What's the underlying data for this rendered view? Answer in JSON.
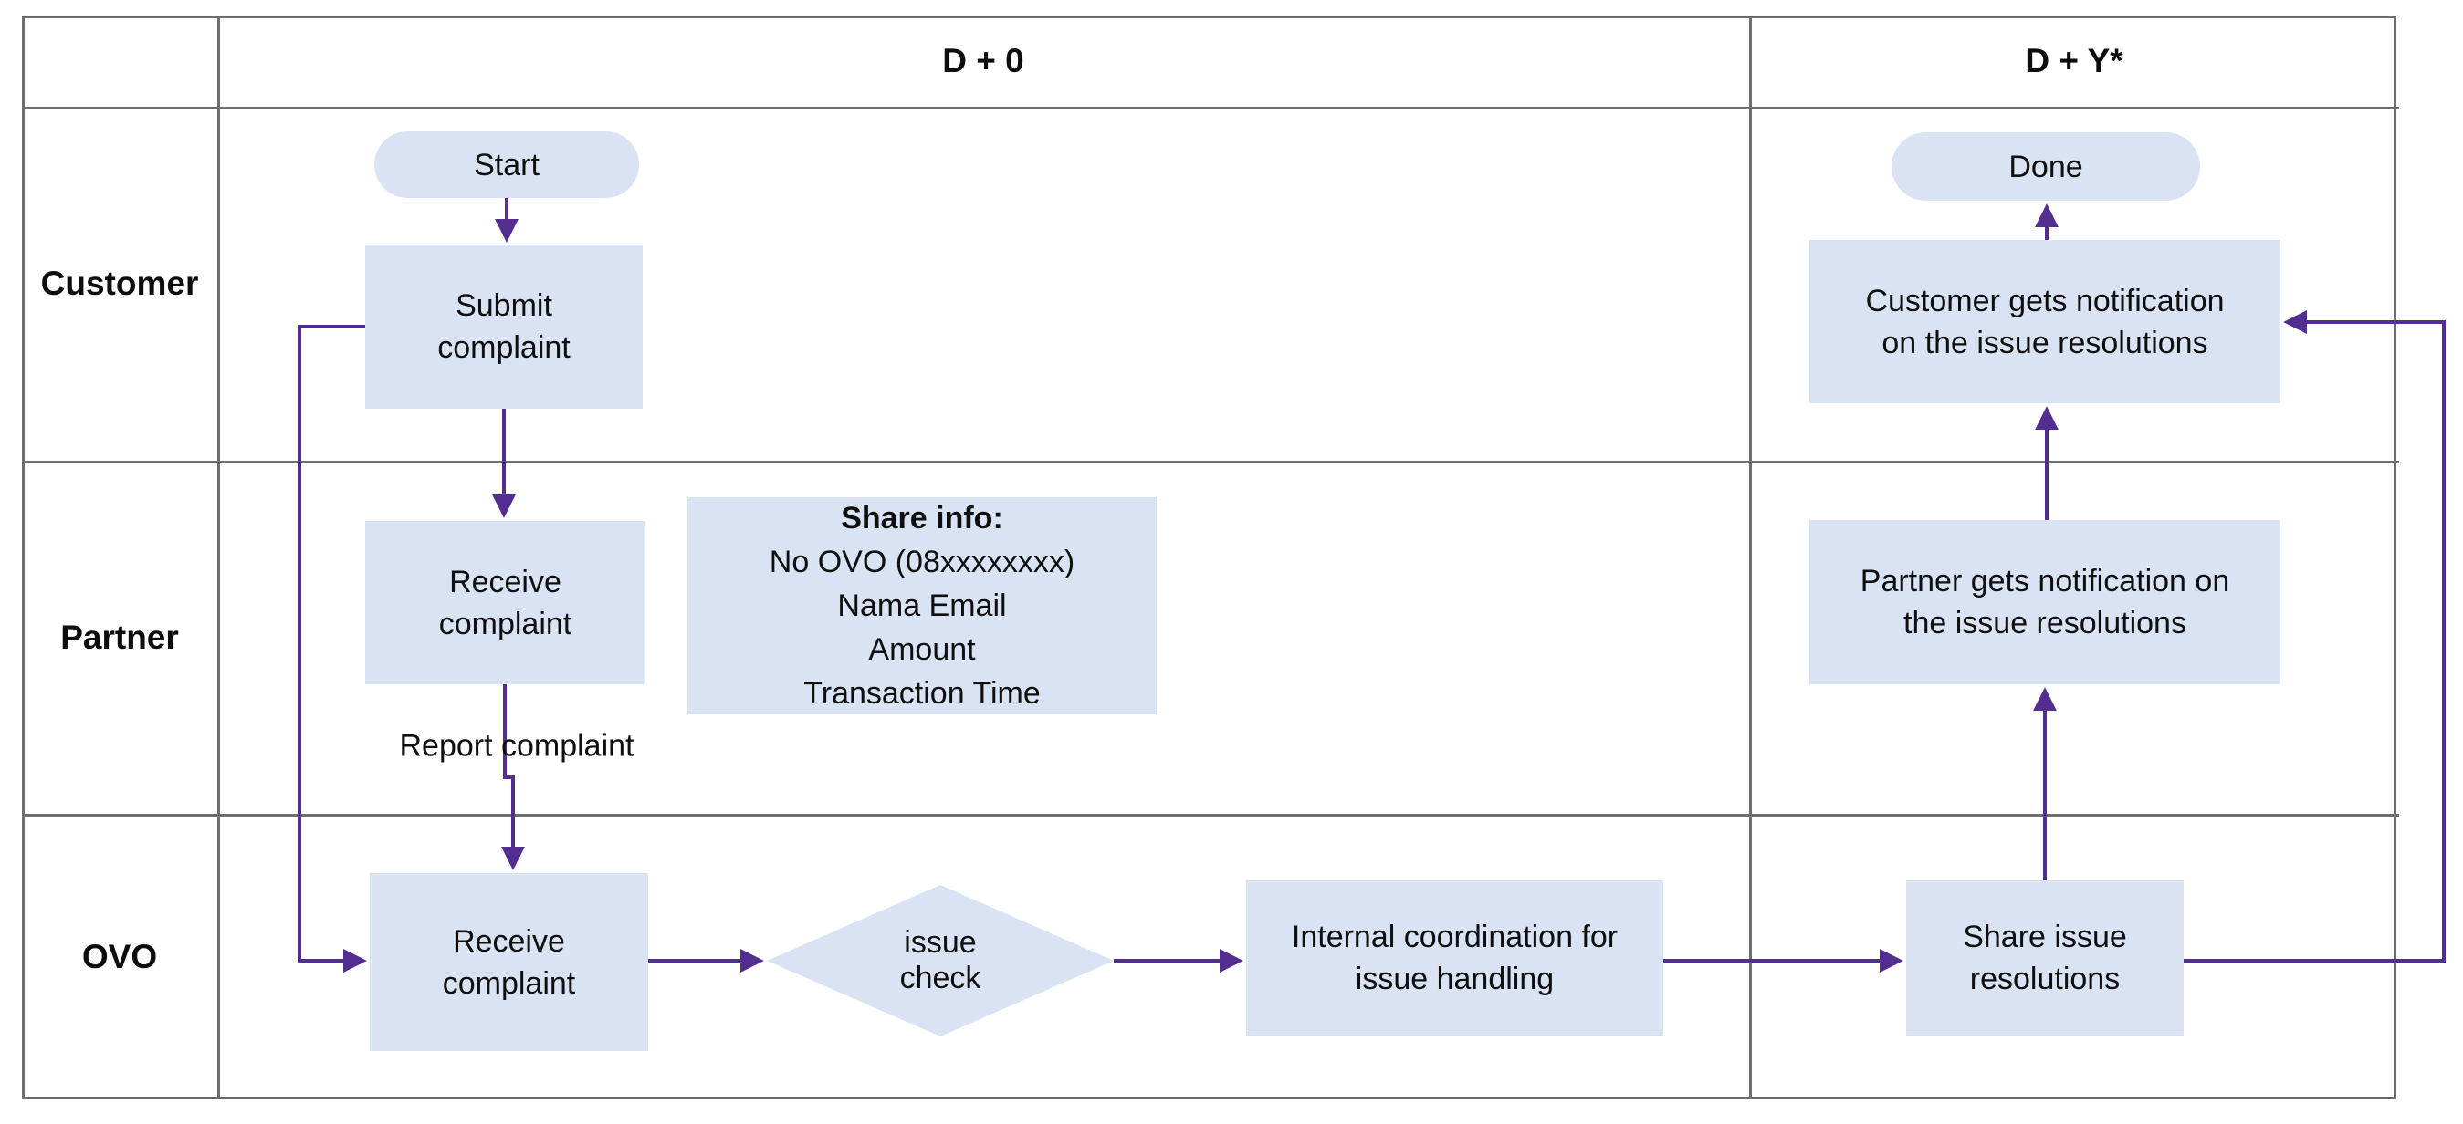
{
  "diagram": {
    "columns": [
      {
        "label": "D + 0"
      },
      {
        "label": "D + Y*"
      }
    ],
    "lanes": [
      {
        "label": "Customer"
      },
      {
        "label": "Partner"
      },
      {
        "label": "OVO"
      }
    ],
    "nodes": {
      "start": {
        "label": "Start",
        "shape": "pill"
      },
      "submit_complaint": {
        "label": "Submit\ncomplaint",
        "shape": "rect"
      },
      "partner_receive": {
        "label": "Receive\ncomplaint",
        "shape": "rect"
      },
      "report_complaint": {
        "label": "Report complaint",
        "shape": "edge-label"
      },
      "share_info": {
        "title": "Share info:",
        "lines": [
          "No OVO (08xxxxxxxx)",
          "Nama Email",
          "Amount",
          "Transaction Time"
        ],
        "shape": "rect-note"
      },
      "ovo_receive": {
        "label": "Receive\ncomplaint",
        "shape": "rect"
      },
      "issue_check": {
        "label": "issue\ncheck",
        "shape": "diamond"
      },
      "internal_coordination": {
        "label": "Internal coordination for\nissue handling",
        "shape": "rect"
      },
      "share_resolutions": {
        "label": "Share issue\nresolutions",
        "shape": "rect"
      },
      "partner_notification": {
        "label": "Partner gets notification on\nthe issue resolutions",
        "shape": "rect"
      },
      "customer_notification": {
        "label": "Customer gets notification\non the issue resolutions",
        "shape": "rect"
      },
      "done": {
        "label": "Done",
        "shape": "pill"
      }
    },
    "colors": {
      "node_fill": "#dae3f3",
      "connector": "#512e90",
      "grid": "#6e6e6e",
      "text": "#0f0f0f"
    }
  }
}
